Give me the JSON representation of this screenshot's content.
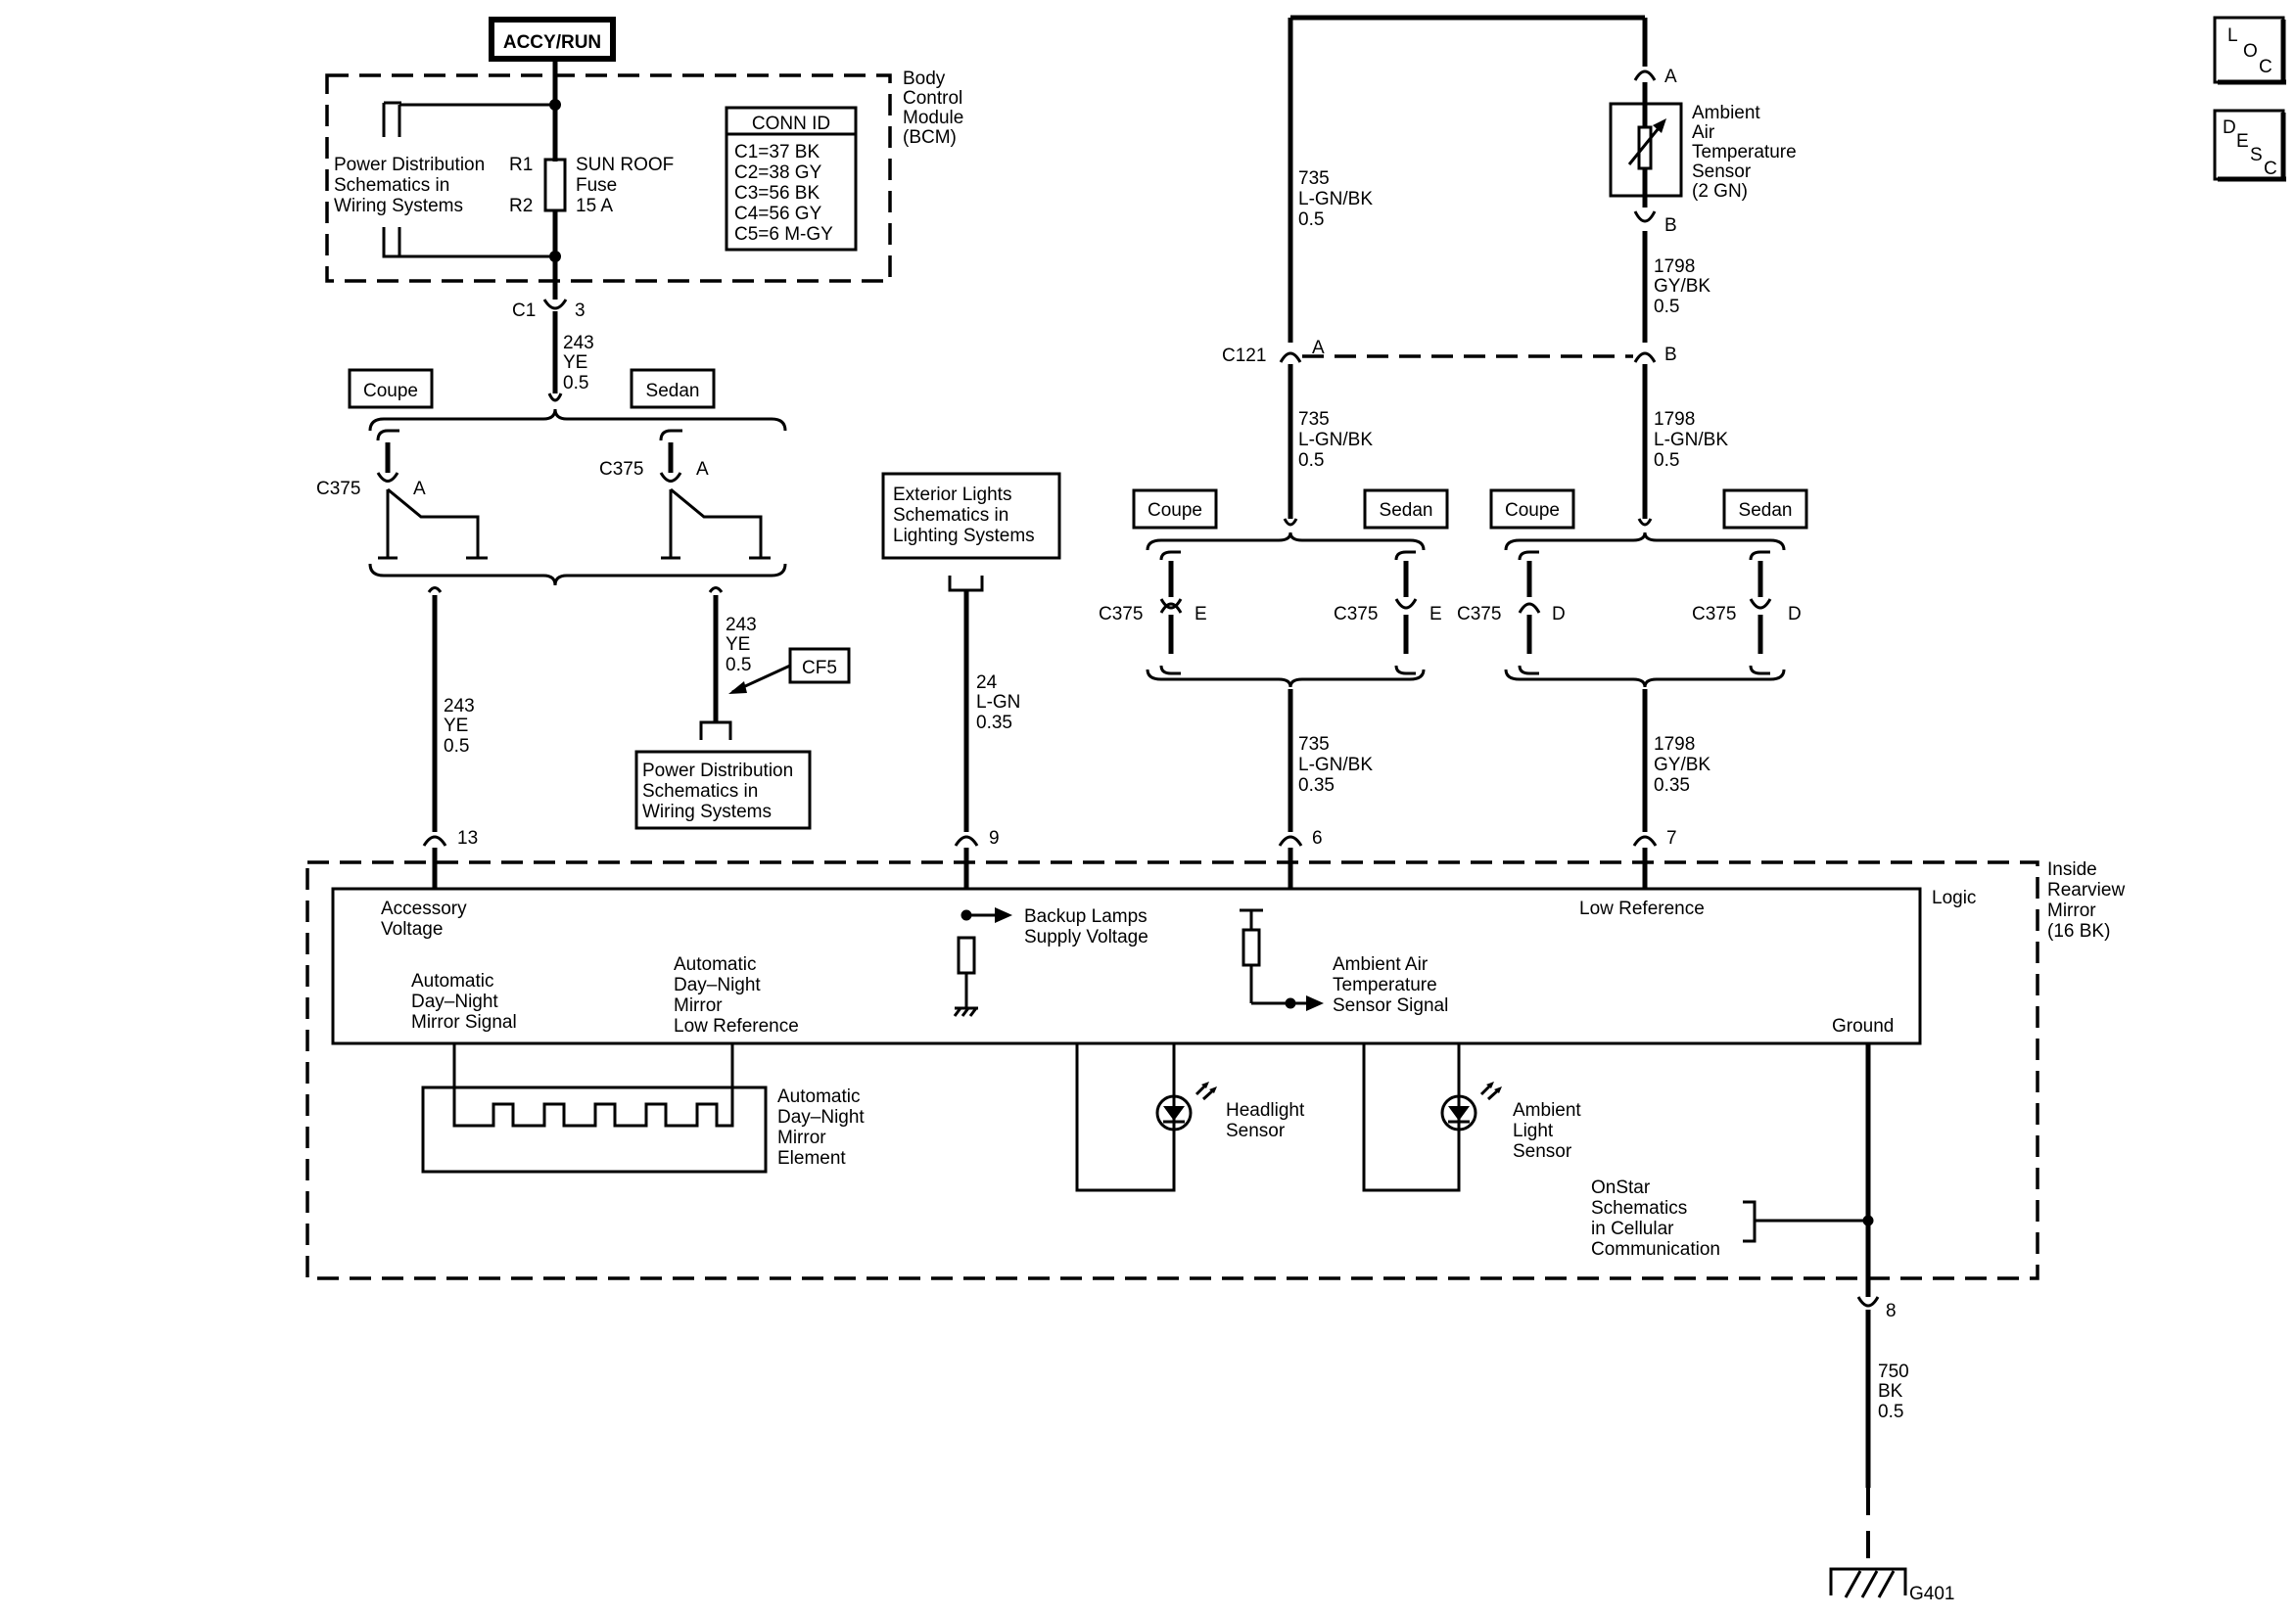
{
  "power": {
    "accy_run": "ACCY/RUN"
  },
  "bcm": {
    "title": [
      "Body",
      "Control",
      "Module",
      "(BCM)"
    ],
    "power_dist": [
      "Power Distribution",
      "Schematics in",
      "Wiring Systems"
    ],
    "r1": "R1",
    "r2": "R2",
    "fuse": [
      "SUN ROOF",
      "Fuse",
      "15 A"
    ],
    "conn_id_title": "CONN ID",
    "conn_ids": [
      "C1=37 BK",
      "C2=38 GY",
      "C3=56 BK",
      "C4=56 GY",
      "C5=6 M-GY"
    ]
  },
  "connectors": {
    "c1": "C1",
    "c1_pin": "3",
    "c375": "C375",
    "pin_a": "A",
    "pin_b": "B",
    "pin_d": "D",
    "pin_e": "E",
    "c121": "C121",
    "g401": "G401"
  },
  "variants": {
    "coupe": "Coupe",
    "sedan": "Sedan"
  },
  "wires": {
    "w243": [
      "243",
      "YE",
      "0.5"
    ],
    "w24": [
      "24",
      "L-GN",
      "0.35"
    ],
    "w735_05": [
      "735",
      "L-GN/BK",
      "0.5"
    ],
    "w735_035": [
      "735",
      "L-GN/BK",
      "0.35"
    ],
    "w1798_gy": [
      "1798",
      "GY/BK",
      "0.5"
    ],
    "w1798_lgn": [
      "1798",
      "L-GN/BK",
      "0.5"
    ],
    "w1798_035": [
      "1798",
      "GY/BK",
      "0.35"
    ],
    "w750": [
      "750",
      "BK",
      "0.5"
    ]
  },
  "refs": {
    "cf5": "CF5",
    "power_dist": [
      "Power Distribution",
      "Schematics in",
      "Wiring Systems"
    ],
    "exterior": [
      "Exterior Lights",
      "Schematics in",
      "Lighting Systems"
    ],
    "onstar": [
      "OnStar",
      "Schematics",
      "in Cellular",
      "Communication"
    ]
  },
  "sensor": {
    "name": [
      "Ambient",
      "Air",
      "Temperature",
      "Sensor",
      "(2 GN)"
    ]
  },
  "mirror": {
    "title": [
      "Inside",
      "Rearview",
      "Mirror",
      "(16 BK)"
    ],
    "logic": "Logic",
    "pins": {
      "p13": "13",
      "p9": "9",
      "p6": "6",
      "p7": "7",
      "p8": "8"
    },
    "accessory_voltage": [
      "Accessory",
      "Voltage"
    ],
    "auto_dn_signal": [
      "Automatic",
      "Day–Night",
      "Mirror Signal"
    ],
    "auto_dn_lowref": [
      "Automatic",
      "Day–Night",
      "Mirror",
      "Low Reference"
    ],
    "backup": [
      "Backup Lamps",
      "Supply Voltage"
    ],
    "ambient_signal": [
      "Ambient Air",
      "Temperature",
      "Sensor Signal"
    ],
    "low_reference": "Low Reference",
    "ground": "Ground",
    "element": [
      "Automatic",
      "Day–Night",
      "Mirror",
      "Element"
    ],
    "headlight_sensor": [
      "Headlight",
      "Sensor"
    ],
    "ambient_light_sensor": [
      "Ambient",
      "Light",
      "Sensor"
    ]
  },
  "badges": {
    "loc": [
      "L",
      "O",
      "C"
    ],
    "desc": [
      "D",
      "E",
      "S",
      "C"
    ]
  }
}
